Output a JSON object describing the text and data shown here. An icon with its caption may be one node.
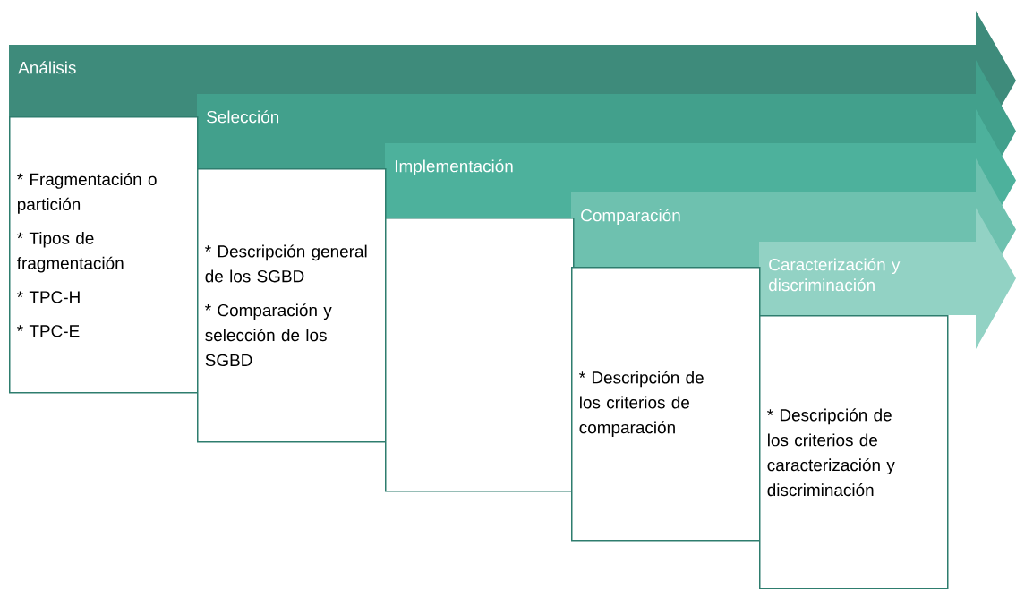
{
  "diagram": {
    "nodes": [
      {
        "text": [
          "Análisis"
        ]
      },
      {
        "text": [
          "Selección"
        ]
      },
      {
        "text": [
          "Implementación"
        ]
      },
      {
        "text": [
          "Comparación"
        ]
      },
      {
        "text": [
          "Caracterización y discriminación"
        ]
      },
      {
        "text": [
          "* Fragmentación o partición",
          "* Tipos de fragmentación",
          "* TPC-H",
          "* TPC-E"
        ]
      },
      {
        "text": [
          "* Descripción general de los SGBD",
          "* Comparación y selección de los SGBD"
        ]
      },
      {
        "text": [],
        "shape": "box"
      },
      {
        "text": [
          "* Descripción de los criterios de comparación"
        ]
      },
      {
        "text": [
          "* Descripción de los criterios de caracterización y discriminación"
        ]
      }
    ]
  }
}
